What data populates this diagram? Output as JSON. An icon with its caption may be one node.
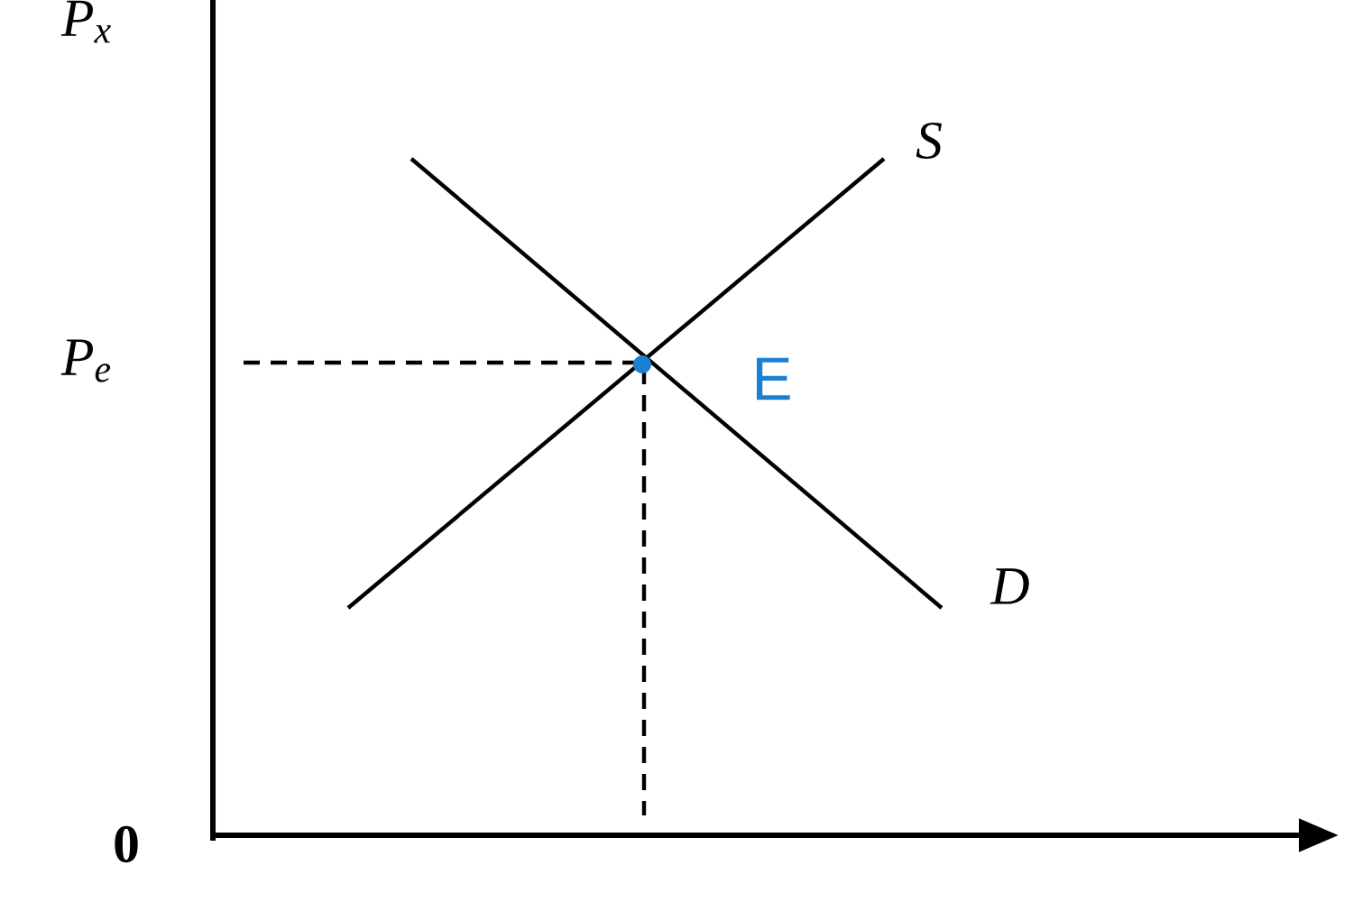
{
  "diagram": {
    "labels": [
      "P$_{x}$",
      "P$_{e}$",
      "0",
      "S",
      "E",
      "D"
    ]
  }
}
